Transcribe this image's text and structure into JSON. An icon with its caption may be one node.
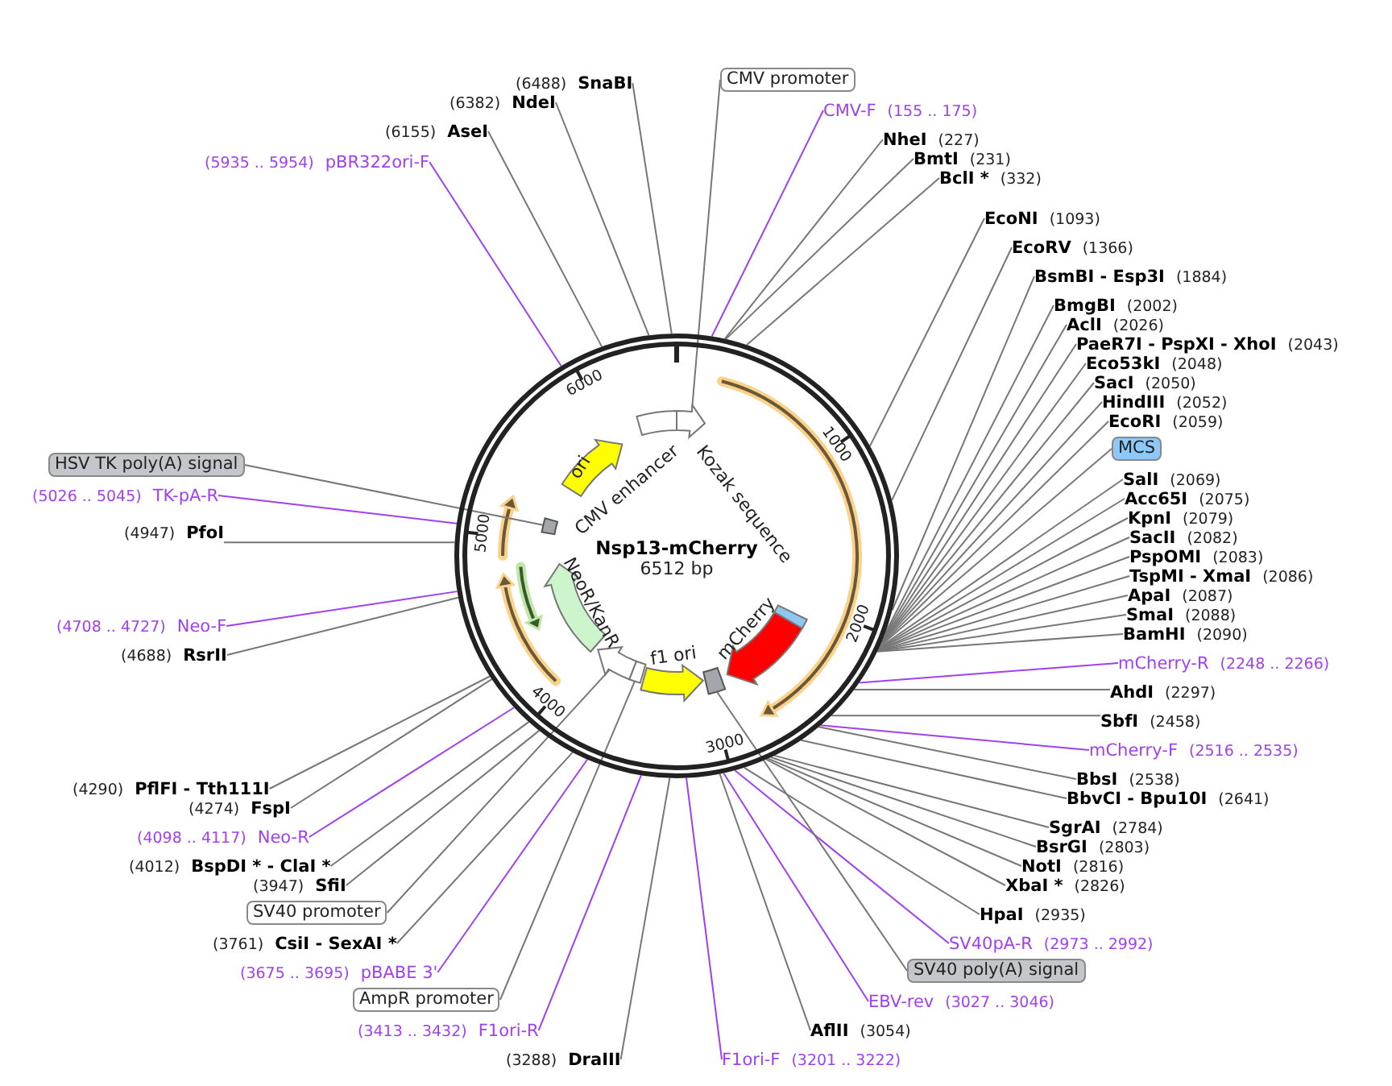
{
  "diagram": {
    "title": "Nsp13-mCherry",
    "nodes": [
      {
        "text": [
          "CMV promoter"
        ]
      },
      {
        "text": [
          "CMV-F",
          "(155 .. 175)"
        ]
      },
      {
        "text": [
          "NheI",
          "(227)"
        ]
      },
      {
        "text": [
          "BmtI",
          "(231)"
        ]
      },
      {
        "text": [
          "BclI *",
          "(332)"
        ]
      },
      {
        "text": [
          "EcoNI",
          "(1093)"
        ]
      },
      {
        "text": [
          "EcoRV",
          "(1366)"
        ]
      },
      {
        "text": [
          "BsmBI - Esp3I",
          "(1884)"
        ]
      },
      {
        "text": [
          "BmgBI",
          "(2002)"
        ]
      },
      {
        "text": [
          "AclI",
          "(2026)"
        ]
      },
      {
        "text": [
          "PaeR7I - PspXI - XhoI",
          "(2043)"
        ]
      },
      {
        "text": [
          "Eco53kI",
          "(2048)"
        ]
      },
      {
        "text": [
          "SacI",
          "(2050)"
        ]
      },
      {
        "text": [
          "HindIII",
          "(2052)"
        ]
      },
      {
        "text": [
          "EcoRI",
          "(2059)"
        ]
      },
      {
        "text": [
          "MCS"
        ]
      },
      {
        "text": [
          "SalI",
          "(2069)"
        ]
      },
      {
        "text": [
          "Acc65I",
          "(2075)"
        ]
      },
      {
        "text": [
          "KpnI",
          "(2079)"
        ]
      },
      {
        "text": [
          "SacII",
          "(2082)"
        ]
      },
      {
        "text": [
          "PspOMI",
          "(2083)"
        ]
      },
      {
        "text": [
          "TspMI - XmaI",
          "(2086)"
        ]
      },
      {
        "text": [
          "ApaI",
          "(2087)"
        ]
      },
      {
        "text": [
          "SmaI",
          "(2088)"
        ]
      },
      {
        "text": [
          "BamHI",
          "(2090)"
        ]
      },
      {
        "text": [
          "mCherry-R",
          "(2248 .. 2266)"
        ]
      },
      {
        "text": [
          "AhdI",
          "(2297)"
        ]
      },
      {
        "text": [
          "SbfI",
          "(2458)"
        ]
      },
      {
        "text": [
          "mCherry-F",
          "(2516 .. 2535)"
        ]
      },
      {
        "text": [
          "BbsI",
          "(2538)"
        ]
      },
      {
        "text": [
          "BbvCI - Bpu10I",
          "(2641)"
        ]
      },
      {
        "text": [
          "SgrAI",
          "(2784)"
        ]
      },
      {
        "text": [
          "BsrGI",
          "(2803)"
        ]
      },
      {
        "text": [
          "NotI",
          "(2816)"
        ]
      },
      {
        "text": [
          "XbaI *",
          "(2826)"
        ]
      },
      {
        "text": [
          "HpaI",
          "(2935)"
        ]
      },
      {
        "text": [
          "SV40pA-R",
          "(2973 .. 2992)"
        ]
      },
      {
        "text": [
          "SV40 poly(A) signal"
        ]
      },
      {
        "text": [
          "EBV-rev",
          "(3027 .. 3046)"
        ]
      },
      {
        "text": [
          "AflII",
          "(3054)"
        ]
      },
      {
        "text": [
          "F1ori-F",
          "(3201 .. 3222)"
        ]
      },
      {
        "text": [
          "(3288)",
          "DraIII"
        ]
      },
      {
        "text": [
          "(3413 .. 3432)",
          "F1ori-R"
        ]
      },
      {
        "text": [
          "AmpR promoter"
        ]
      },
      {
        "text": [
          "(3675 .. 3695)",
          "pBABE 3'"
        ]
      },
      {
        "text": [
          "(3761)",
          "CsiI - SexAI *"
        ]
      },
      {
        "text": [
          "SV40 promoter"
        ]
      },
      {
        "text": [
          "(3947)",
          "SfiI"
        ]
      },
      {
        "text": [
          "(4012)",
          "BspDI * - ClaI *"
        ]
      },
      {
        "text": [
          "(4098 .. 4117)",
          "Neo-R"
        ]
      },
      {
        "text": [
          "(4274)",
          "FspI"
        ]
      },
      {
        "text": [
          "(4290)",
          "PflFI - Tth111I"
        ]
      },
      {
        "text": [
          "(4688)",
          "RsrII"
        ]
      },
      {
        "text": [
          "(4708 .. 4727)",
          "Neo-F"
        ]
      },
      {
        "text": [
          "(4947)",
          "PfoI"
        ]
      },
      {
        "text": [
          "(5026 .. 5045)",
          "TK-pA-R"
        ]
      },
      {
        "text": [
          "HSV TK poly(A) signal"
        ]
      },
      {
        "text": [
          "(5935 .. 5954)",
          "pBR322ori-F"
        ]
      },
      {
        "text": [
          "(6155)",
          "AseI"
        ]
      },
      {
        "text": [
          "(6382)",
          "NdeI"
        ]
      },
      {
        "text": [
          "(6488)",
          "SnaBI"
        ]
      },
      {
        "text": [],
        "shape": "circle"
      },
      {
        "text": [],
        "shape": "arrow",
        "in": 61
      },
      {
        "text": [
          "mCherry"
        ],
        "in": 61
      },
      {
        "text": [],
        "shape": "box",
        "in": 61
      },
      {
        "text": [
          "f1 ori"
        ],
        "in": 61
      },
      {
        "text": [],
        "shape": "box",
        "in": 61
      },
      {
        "text": [],
        "shape": "arrow",
        "in": 61
      },
      {
        "text": [
          "NeoR/KanR"
        ],
        "in": 61
      },
      {
        "text": [],
        "shape": "box",
        "in": 61
      },
      {
        "text": [
          "ori"
        ],
        "in": 61
      },
      {
        "text": [
          "CMV enhancer"
        ],
        "in": 61
      }
    ],
    "edges": [
      {
        "from": 0,
        "to": 62,
        "arrow": "none"
      },
      {
        "from": 1,
        "to": 61,
        "arrow": "none",
        "color": "#a040f0"
      },
      {
        "from": 2,
        "to": 61,
        "arrow": "none"
      },
      {
        "from": 3,
        "to": 61,
        "arrow": "none"
      },
      {
        "from": 4,
        "to": 61,
        "arrow": "none"
      },
      {
        "from": 5,
        "to": 61,
        "arrow": "none"
      },
      {
        "from": 6,
        "to": 61,
        "arrow": "none"
      },
      {
        "from": 7,
        "to": 61,
        "arrow": "none"
      },
      {
        "from": 8,
        "to": 61,
        "arrow": "none"
      },
      {
        "from": 9,
        "to": 61,
        "arrow": "none"
      },
      {
        "from": 10,
        "to": 61,
        "arrow": "none"
      },
      {
        "from": 11,
        "to": 61,
        "arrow": "none"
      },
      {
        "from": 12,
        "to": 61,
        "arrow": "none"
      },
      {
        "from": 13,
        "to": 61,
        "arrow": "none"
      },
      {
        "from": 14,
        "to": 61,
        "arrow": "none"
      },
      {
        "from": 15,
        "to": 61,
        "arrow": "none"
      },
      {
        "from": 16,
        "to": 61,
        "arrow": "none"
      },
      {
        "from": 17,
        "to": 61,
        "arrow": "none"
      },
      {
        "from": 18,
        "to": 61,
        "arrow": "none"
      },
      {
        "from": 19,
        "to": 61,
        "arrow": "none"
      },
      {
        "from": 20,
        "to": 61,
        "arrow": "none"
      },
      {
        "from": 21,
        "to": 61,
        "arrow": "none"
      },
      {
        "from": 22,
        "to": 61,
        "arrow": "none"
      },
      {
        "from": 23,
        "to": 61,
        "arrow": "none"
      },
      {
        "from": 24,
        "to": 61,
        "arrow": "none"
      },
      {
        "from": 25,
        "to": 61,
        "arrow": "none",
        "color": "#a040f0"
      },
      {
        "from": 26,
        "to": 61,
        "arrow": "none"
      },
      {
        "from": 27,
        "to": 61,
        "arrow": "none"
      },
      {
        "from": 28,
        "to": 61,
        "arrow": "none",
        "color": "#a040f0"
      },
      {
        "from": 29,
        "to": 61,
        "arrow": "none"
      },
      {
        "from": 30,
        "to": 61,
        "arrow": "none"
      },
      {
        "from": 31,
        "to": 61,
        "arrow": "none"
      },
      {
        "from": 32,
        "to": 61,
        "arrow": "none"
      },
      {
        "from": 33,
        "to": 61,
        "arrow": "none"
      },
      {
        "from": 34,
        "to": 61,
        "arrow": "none"
      },
      {
        "from": 35,
        "to": 61,
        "arrow": "none"
      },
      {
        "from": 36,
        "to": 61,
        "arrow": "none",
        "color": "#a040f0"
      },
      {
        "from": 37,
        "to": 64,
        "arrow": "none"
      },
      {
        "from": 38,
        "to": 61,
        "arrow": "none",
        "color": "#a040f0"
      },
      {
        "from": 39,
        "to": 61,
        "arrow": "none"
      },
      {
        "from": 40,
        "to": 61,
        "arrow": "none",
        "color": "#a040f0"
      },
      {
        "from": 41,
        "to": 61,
        "arrow": "none"
      },
      {
        "from": 42,
        "to": 61,
        "arrow": "none",
        "color": "#a040f0"
      },
      {
        "from": 43,
        "to": 66,
        "arrow": "none"
      },
      {
        "from": 44,
        "to": 61,
        "arrow": "none",
        "color": "#a040f0"
      },
      {
        "from": 45,
        "to": 61,
        "arrow": "none"
      },
      {
        "from": 46,
        "to": 67,
        "arrow": "none"
      },
      {
        "from": 47,
        "to": 61,
        "arrow": "none"
      },
      {
        "from": 48,
        "to": 61,
        "arrow": "none"
      },
      {
        "from": 49,
        "to": 61,
        "arrow": "none",
        "color": "#a040f0"
      },
      {
        "from": 50,
        "to": 61,
        "arrow": "none"
      },
      {
        "from": 51,
        "to": 61,
        "arrow": "none"
      },
      {
        "from": 52,
        "to": 61,
        "arrow": "none"
      },
      {
        "from": 53,
        "to": 61,
        "arrow": "none",
        "color": "#a040f0"
      },
      {
        "from": 54,
        "to": 61,
        "arrow": "none"
      },
      {
        "from": 55,
        "to": 61,
        "arrow": "none",
        "color": "#a040f0"
      },
      {
        "from": 56,
        "to": 69,
        "arrow": "none"
      },
      {
        "from": 57,
        "to": 61,
        "arrow": "none",
        "color": "#a040f0"
      },
      {
        "from": 58,
        "to": 61,
        "arrow": "none"
      },
      {
        "from": 59,
        "to": 61,
        "arrow": "none"
      },
      {
        "from": 60,
        "to": 61,
        "arrow": "none"
      }
    ],
    "labels": [
      "6512 bp",
      "Kozak sequence",
      "1000",
      "2000",
      "3000",
      "4000",
      "5000",
      "6000"
    ]
  }
}
